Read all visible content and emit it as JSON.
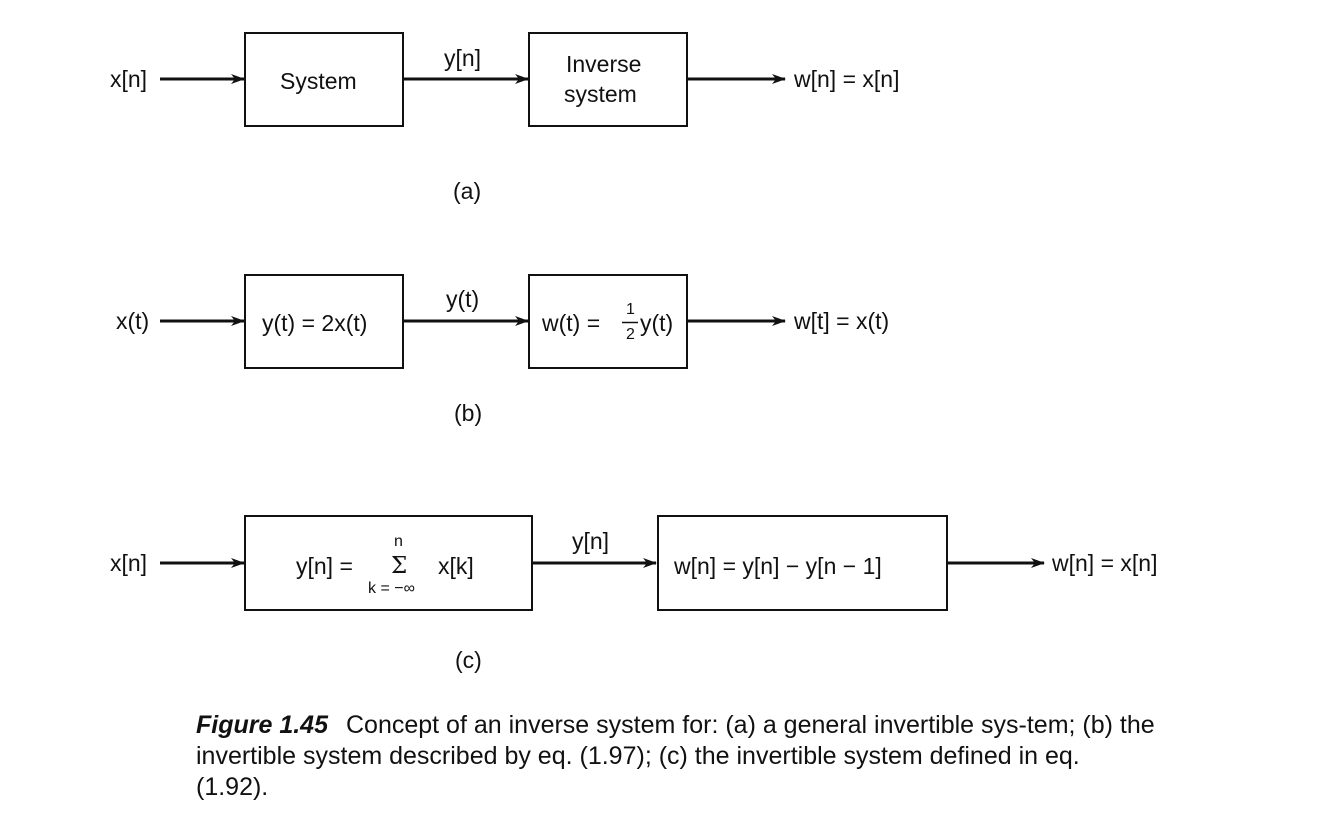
{
  "panel_a": {
    "input": "x[n]",
    "box1": "System",
    "mid": "y[n]",
    "box2_line1": "Inverse",
    "box2_line2": "system",
    "output": "w[n] = x[n]",
    "sublabel": "(a)"
  },
  "panel_b": {
    "input": "x(t)",
    "box1": "y(t) = 2x(t)",
    "mid": "y(t)",
    "box2_pre": "w(t) =",
    "box2_num": "1",
    "box2_den": "2",
    "box2_post": "y(t)",
    "output": "w[t] = x(t)",
    "sublabel": "(b)"
  },
  "panel_c": {
    "input": "x[n]",
    "box1_pre": "y[n] =",
    "box1_upper": "n",
    "box1_sigma": "Σ",
    "box1_lower": "k = −∞",
    "box1_post": "x[k]",
    "mid": "y[n]",
    "box2": "w[n] = y[n] − y[n − 1]",
    "output": "w[n] = x[n]",
    "sublabel": "(c)"
  },
  "caption": {
    "label": "Figure 1.45",
    "text": "Concept of an inverse system for: (a) a general invertible sys-tem; (b) the invertible system described by eq. (1.97); (c) the invertible system defined in eq. (1.92)."
  }
}
